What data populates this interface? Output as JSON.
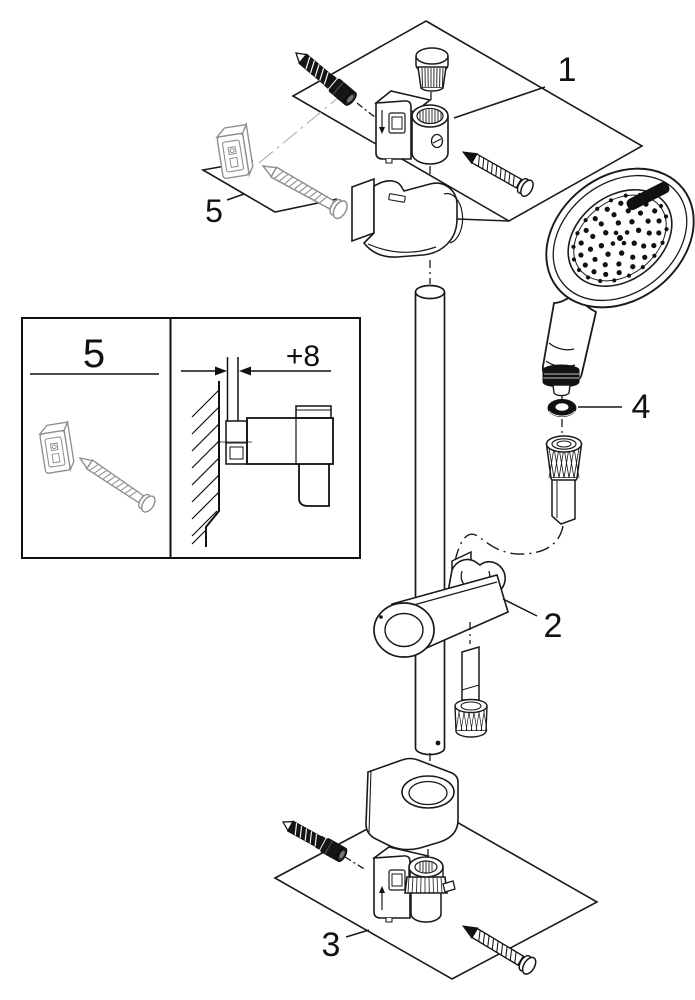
{
  "diagram": {
    "background": "#ffffff",
    "line_color": "#1a1a1a",
    "gray_part_color": "#8f8f8f",
    "callouts": {
      "top_bracket_group": "1",
      "glider_holder": "2",
      "bottom_bracket_group": "3",
      "hose_washer": "4",
      "wall_plug_group": "5"
    },
    "inset": {
      "wall_plug_callout": "5",
      "offset_dimension": "+8"
    }
  }
}
